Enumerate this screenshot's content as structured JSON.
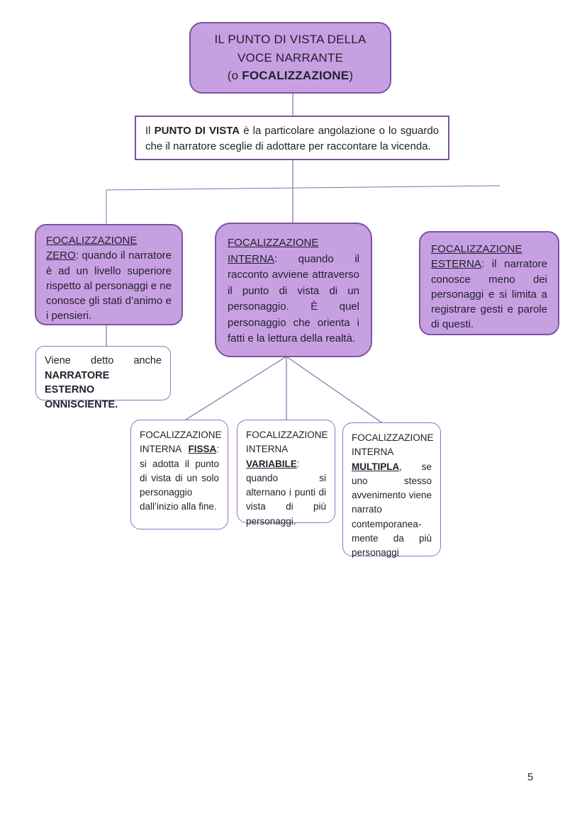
{
  "colors": {
    "box_fill": "#c7a0e2",
    "box_border": "#7d53a3",
    "white_box_border": "#9a6fc4",
    "line_color": "#8a68ad",
    "text_color": "#23202e"
  },
  "title_box": {
    "line1": "IL PUNTO DI VISTA DELLA",
    "line2": "VOCE NARRANTE",
    "line3_prefix": "(o ",
    "line3_bold": "FOCALIZZAZIONE",
    "line3_suffix": ")"
  },
  "definition_box": {
    "lead": "Il ",
    "bold": "PUNTO DI VISTA",
    "rest": " è la particolare angolazione o lo sguardo che il narratore sceglie di adottare per raccontare la vicenda."
  },
  "zero_box": {
    "heading": "FOCALIZZAZIONE ZERO",
    "colon": ": ",
    "body": "quando il narratore è ad un livello superiore rispetto al personaggi e ne conosce gli stati d’animo e i pensieri."
  },
  "interna_box": {
    "heading": "FOCALIZZAZIONE INTERNA",
    "colon": ": ",
    "body": "quando il racconto avviene attraverso il punto di vista di un personaggio. È quel personaggio che orienta i fatti e la lettura della realtà."
  },
  "esterna_box": {
    "heading": "FOCALIZZAZIONE ESTERNA",
    "colon": ": ",
    "body": "il narratore conosce meno dei personaggi e si limita a registrare gesti e parole di questi."
  },
  "onnisciente_box": {
    "lead": "Viene detto anche ",
    "bold": "NARRATORE ESTERNO ONNISCIENTE."
  },
  "fissa_box": {
    "lead": "FOCALIZZAZIONE INTERNA ",
    "keyword": "FISSA",
    "sep": ": ",
    "body": "si adotta il punto di vista di un solo personaggio dall’inizio alla fine."
  },
  "variabile_box": {
    "lead": "FOCALIZZAZIONE INTERNA ",
    "keyword": "VARIABILE",
    "sep": ": ",
    "body": "quando si alternano i punti di vista di più personaggi."
  },
  "multipla_box": {
    "lead": "FOCALIZZAZIONE INTERNA ",
    "keyword": "MULTIPLA",
    "sep": ", ",
    "body": "se uno stesso avvenimento viene narrato contemporanea-mente da più personaggi"
  },
  "page": {
    "number": "5"
  }
}
